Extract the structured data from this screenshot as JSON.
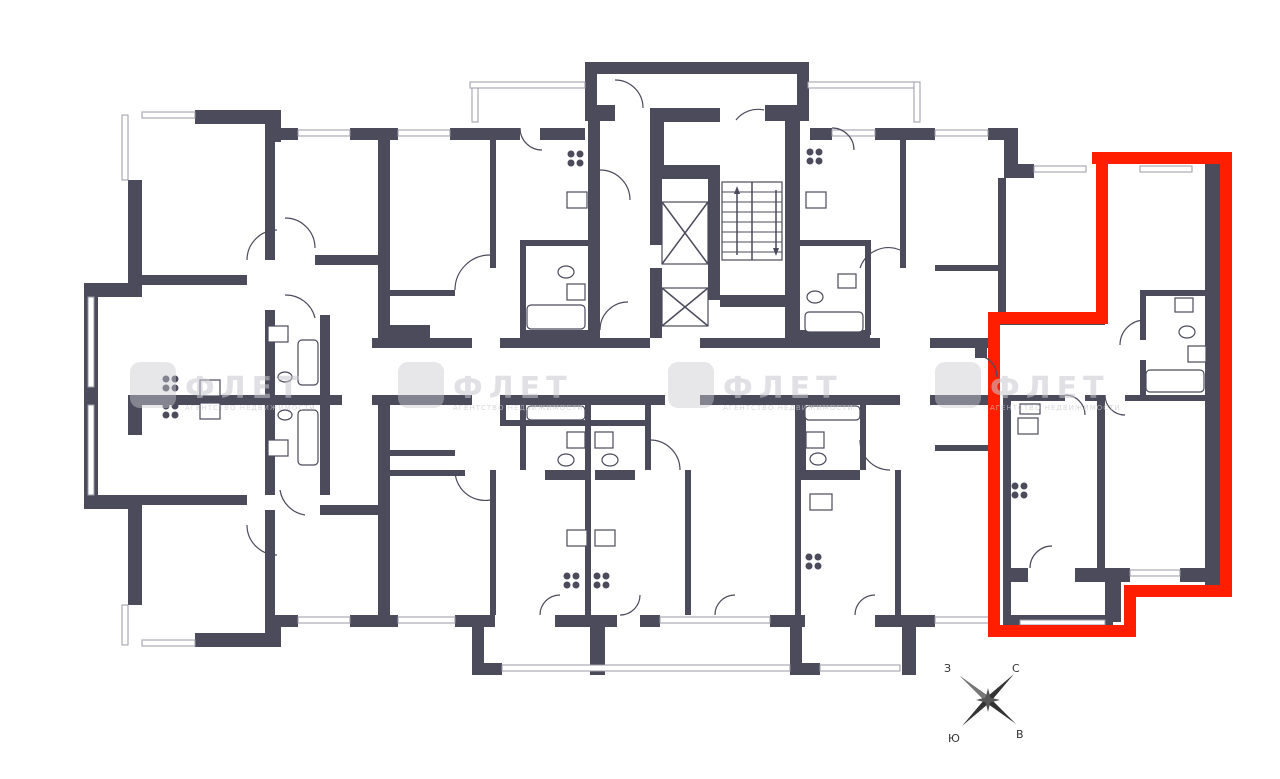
{
  "plan": {
    "highlight_color": "#ff1e00",
    "wall_color": "#4b4b5c"
  },
  "watermark": {
    "brand": "ФЛЕТ",
    "tagline": "АГЕНТСТВО НЕДВИЖИМОСТИ"
  },
  "compass": {
    "north": "С",
    "south": "Ю",
    "west": "З",
    "east": "В"
  }
}
